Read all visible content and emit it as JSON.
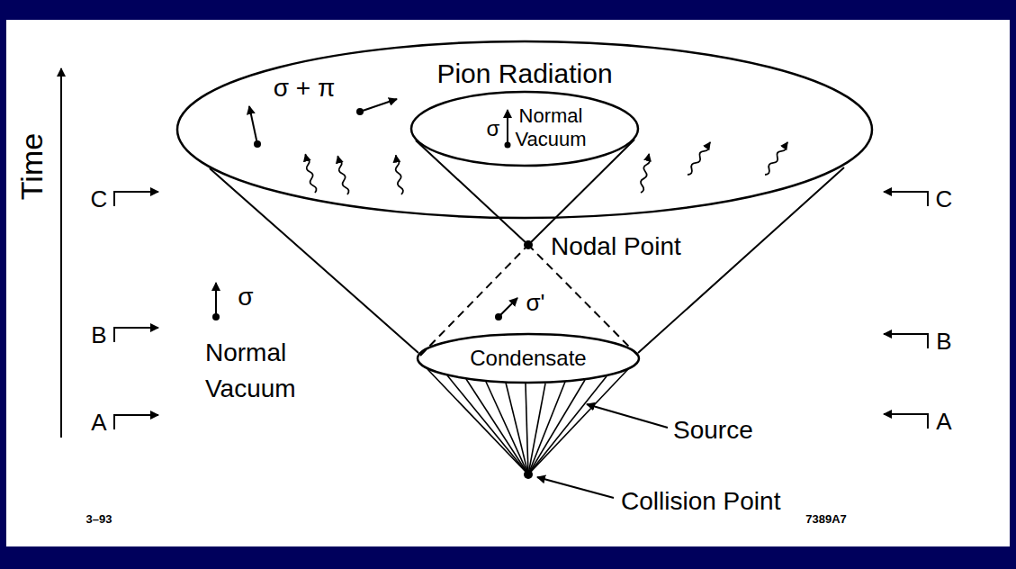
{
  "diagram": {
    "nodes": [
      {
        "text": [
          "Pion Radiation"
        ]
      },
      {
        "text": [
          "σ",
          "Normal Vacuum"
        ],
        "in": 0
      },
      {
        "text": [
          "Condensate"
        ]
      }
    ],
    "labels": [
      "σ + π",
      "Time",
      "C",
      "C",
      "Nodal Point",
      "σ",
      "σ'",
      "B",
      "Normal Vacuum",
      "B",
      "Source",
      "A",
      "A",
      "Collision Point",
      "3–93",
      "7389A7"
    ]
  }
}
